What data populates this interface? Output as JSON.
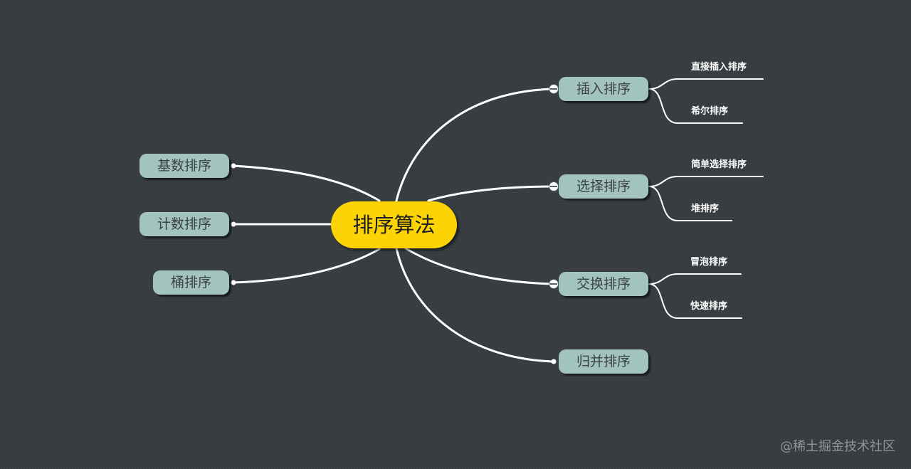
{
  "center": {
    "label": "排序算法",
    "color": "#fcd406"
  },
  "branch_color": "#a3c3bd",
  "left_branches": [
    {
      "label": "基数排序"
    },
    {
      "label": "计数排序"
    },
    {
      "label": "桶排序"
    }
  ],
  "right_branches": [
    {
      "label": "插入排序",
      "children": [
        "直接插入排序",
        "希尔排序"
      ]
    },
    {
      "label": "选择排序",
      "children": [
        "简单选择排序",
        "堆排序"
      ]
    },
    {
      "label": "交换排序",
      "children": [
        "冒泡排序",
        "快速排序"
      ]
    },
    {
      "label": "归并排序",
      "children": []
    }
  ],
  "watermark": "@稀土掘金技术社区"
}
